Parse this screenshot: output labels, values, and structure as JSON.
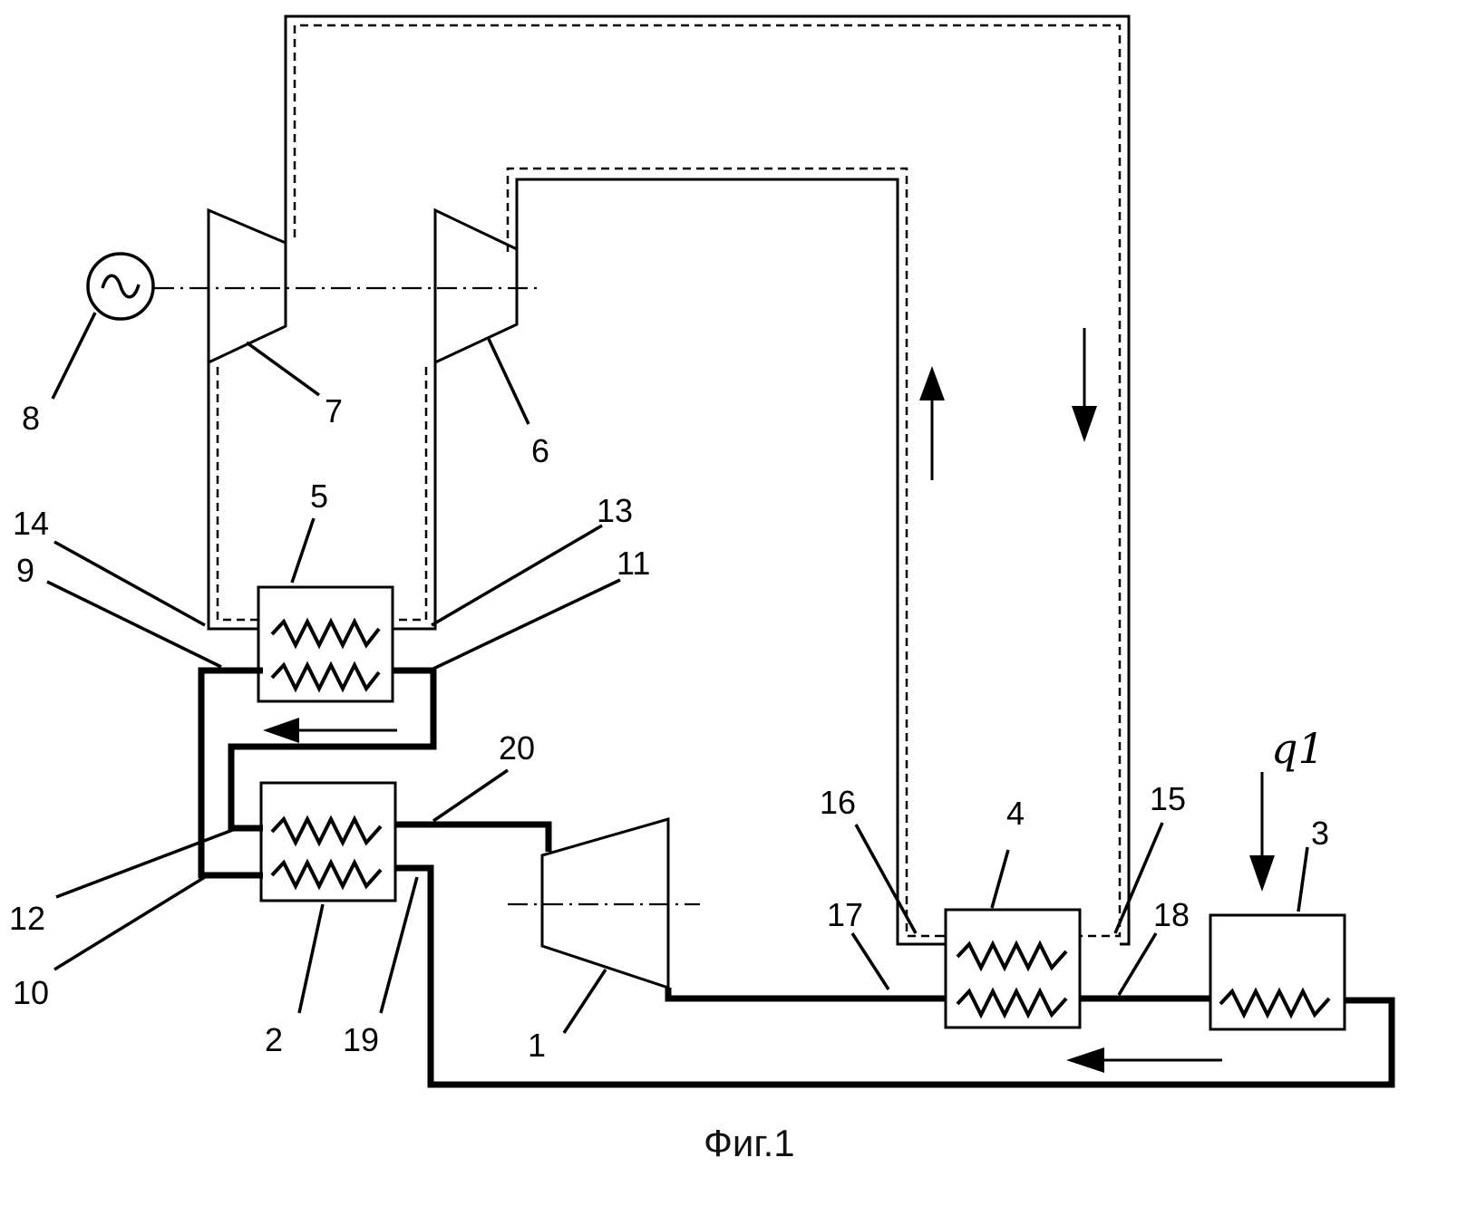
{
  "figure": {
    "caption": "Фиг.1",
    "heat_input_label": "q1"
  },
  "labels": {
    "l1": "1",
    "l2": "2",
    "l3": "3",
    "l4": "4",
    "l5": "5",
    "l6": "6",
    "l7": "7",
    "l8": "8",
    "l9": "9",
    "l10": "10",
    "l11": "11",
    "l12": "12",
    "l13": "13",
    "l14": "14",
    "l15": "15",
    "l16": "16",
    "l17": "17",
    "l18": "18",
    "l19": "19",
    "l20": "20"
  }
}
